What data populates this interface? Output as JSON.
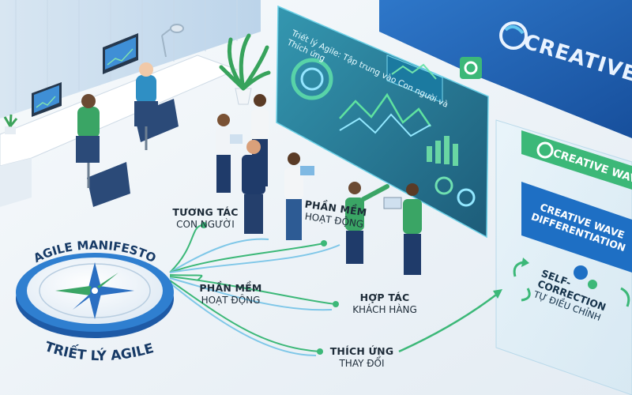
{
  "screen": {
    "title": "Triết lý Agile: Tập trung vào Con người và Thích ứng"
  },
  "brand": {
    "wall_name": "CREATIVE W",
    "panel_name": "CREATIVE WAVE"
  },
  "panel": {
    "differentiation": "CREATIVE WAVE DIFFERENTIATION",
    "self_correction_en": "SELF-CORRECTION",
    "self_correction_vi": "TỰ ĐIỀU CHỈNH"
  },
  "compass": {
    "top_text": "AGILE MANIFESTO",
    "bottom_text": "TRIẾT LÝ AGILE"
  },
  "values": {
    "interaction": {
      "line1": "TƯƠNG TÁC",
      "line2": "CON NGƯỜI"
    },
    "software_upper": {
      "line1": "PHẦN MỀM",
      "line2": "HOẠT ĐỘNG"
    },
    "software_lower": {
      "line1": "PHẦN MỀM",
      "line2": "HOẠT ĐỘNG"
    },
    "collaboration": {
      "line1": "HỢP TÁC",
      "line2": "KHÁCH HÀNG"
    },
    "adaptation": {
      "line1": "THÍCH ỨNG",
      "line2": "THAY ĐỔI"
    }
  },
  "colors": {
    "accent_green": "#3cb878",
    "accent_blue": "#1e6fc4",
    "wall_blue": "#1f5fb5",
    "screen_teal": "#0f6b86"
  }
}
